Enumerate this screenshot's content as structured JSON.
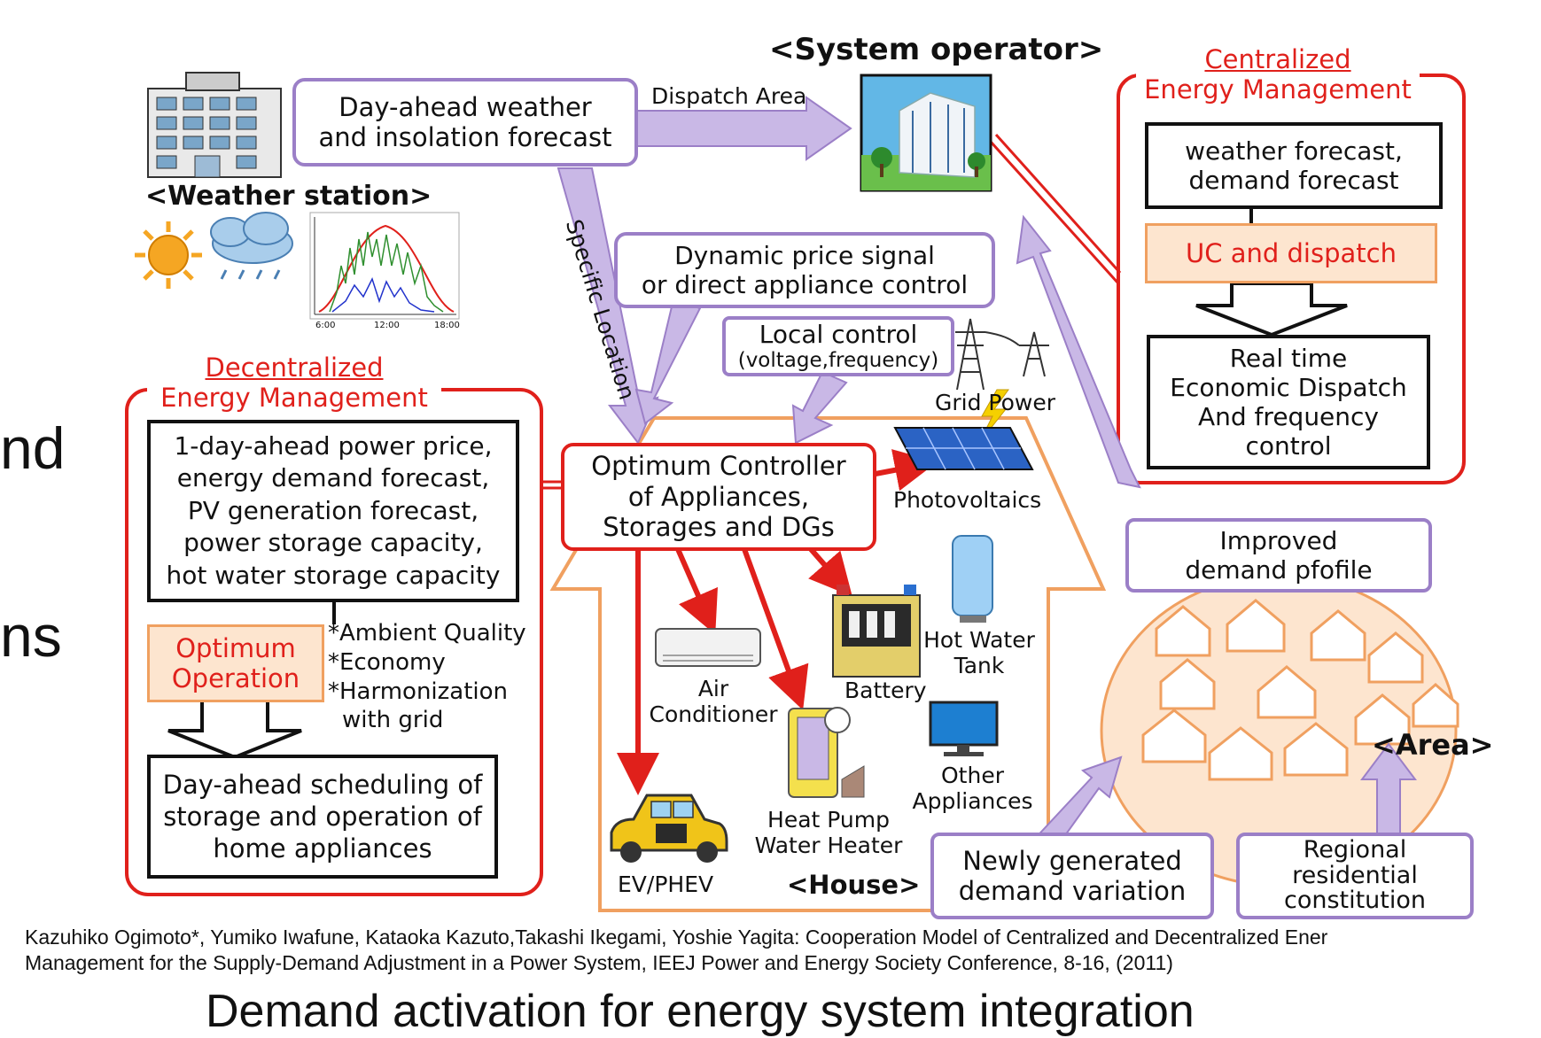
{
  "side_text": {
    "line1": "nd",
    "line2": "ns"
  },
  "system_operator": {
    "label": "<System operator>"
  },
  "weather_station": {
    "label": "<Weather station>"
  },
  "forecast_box": {
    "line1": "Day-ahead weather",
    "line2": "and insolation forecast"
  },
  "arrows": {
    "dispatch_area": "Dispatch Area",
    "specific_location": "Specific Location"
  },
  "forecast_chart": {
    "ticks": [
      "6:00",
      "12:00",
      "18:00"
    ]
  },
  "centralized": {
    "title_line1": "Centralized",
    "title_line2": "Energy Management",
    "box1_line1": "weather forecast,",
    "box1_line2": "demand forecast",
    "uc_dispatch": "UC and dispatch",
    "box3_line1": "Real time",
    "box3_line2": "Economic Dispatch",
    "box3_line3": "And frequency",
    "box3_line4": "control"
  },
  "price_signal": {
    "line1": "Dynamic price signal",
    "line2": "or direct appliance control"
  },
  "local_control": {
    "line1": "Local control",
    "line2": "(voltage,frequency)"
  },
  "decentralized": {
    "title_line1": "Decentralized",
    "title_line2": "Energy Management",
    "inputs": [
      "1-day-ahead power price,",
      "energy demand forecast,",
      "PV generation forecast,",
      "power storage capacity,",
      "hot water storage capacity"
    ],
    "optimum_line1": "Optimum",
    "optimum_line2": "Operation",
    "criteria": [
      "*Ambient Quality",
      "*Economy",
      "*Harmonization",
      "with grid"
    ],
    "schedule": [
      "Day-ahead scheduling of",
      "storage and operation of",
      "home appliances"
    ]
  },
  "controller": {
    "line1": "Optimum Controller",
    "line2": "of Appliances,",
    "line3": "Storages and DGs"
  },
  "devices": {
    "grid_power": "Grid Power",
    "photovoltaics": "Photovoltaics",
    "air_conditioner_line1": "Air",
    "air_conditioner_line2": "Conditioner",
    "battery": "Battery",
    "hot_water_line1": "Hot Water",
    "hot_water_line2": "Tank",
    "other_line1": "Other",
    "other_line2": "Appliances",
    "heat_pump_line1": "Heat Pump",
    "heat_pump_line2": "Water Heater",
    "ev": "EV/PHEV",
    "house": "<House>"
  },
  "area": {
    "improved_line1": "Improved",
    "improved_line2": "demand pfofile",
    "label": "<Area>",
    "newly_line1": "Newly generated",
    "newly_line2": "demand variation",
    "regional_line1": "Regional",
    "regional_line2": "residential",
    "regional_line3": "constitution"
  },
  "citation": {
    "line1": "Kazuhiko Ogimoto*, Yumiko Iwafune, Kataoka Kazuto,Takashi Ikegami, Yoshie Yagita: Cooperation Model of Centralized and Decentralized Ener",
    "line2": "Management for the Supply-Demand Adjustment in a Power System, IEEJ Power and Energy Society Conference, 8-16, (2011)"
  },
  "bottom_title": "Demand activation for energy system integration",
  "colors": {
    "red": "#e0201b",
    "purple": "#9b7fc7",
    "arrow_fill": "#c9b8e6",
    "orange_fill": "#fde5cf",
    "orange_border": "#f0a060"
  }
}
